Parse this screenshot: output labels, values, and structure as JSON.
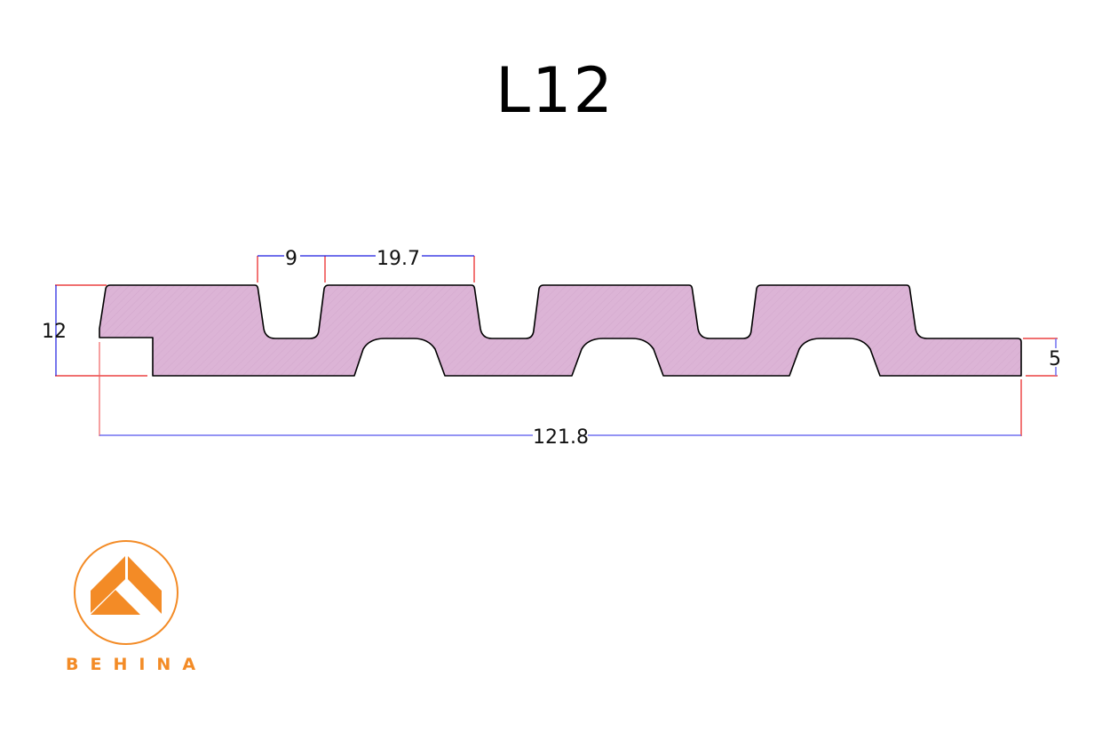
{
  "title": "L12",
  "profile": {
    "name": "L12",
    "fill_color": "#dcb4d6",
    "outline_color": "#000000"
  },
  "dimensions": {
    "color_dimension_line": "#1a1ae0",
    "color_extension_line": "#e81a1a",
    "height_total": "12",
    "groove_width": "9",
    "rib_pitch": "19.7",
    "overall_length": "121.8",
    "tongue_thickness": "5"
  },
  "brand": {
    "name": "BEHINA",
    "color": "#f38b26",
    "logo_icon": "house-roof-in-circle-icon"
  }
}
